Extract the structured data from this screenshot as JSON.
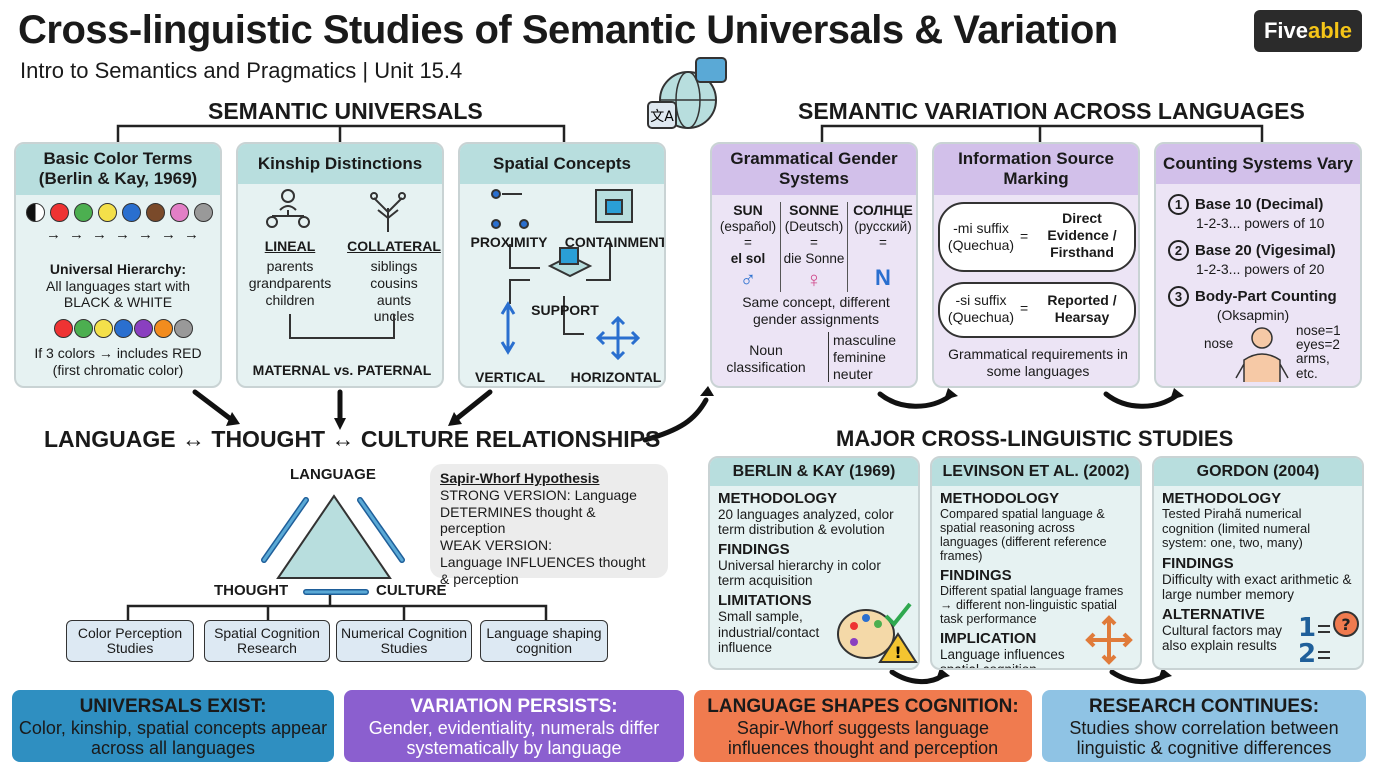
{
  "header": {
    "title": "Cross-linguistic Studies of Semantic Universals & Variation",
    "subtitle": "Intro to Semantics and Pragmatics | Unit 15.4",
    "logo_a": "Five",
    "logo_b": "able"
  },
  "universals": {
    "title": "SEMANTIC UNIVERSALS",
    "color": {
      "title": "Basic Color Terms (Berlin & Kay, 1969)",
      "hierarchy": "Universal Hierarchy:",
      "line1": "All languages start with",
      "line2": "BLACK & WHITE",
      "rule": "If 3 colors → includes RED",
      "rule2": "(first chromatic color)"
    },
    "kinship": {
      "title": "Kinship Distinctions",
      "lineal": "LINEAL",
      "lineal_items": [
        "parents",
        "grandparents",
        "children"
      ],
      "collateral": "COLLATERAL",
      "collateral_items": [
        "siblings",
        "cousins",
        "aunts",
        "uncles"
      ],
      "footer": "MATERNAL vs. PATERNAL"
    },
    "spatial": {
      "title": "Spatial Concepts",
      "proximity": "PROXIMITY",
      "containment": "CONTAINMENT",
      "support": "SUPPORT",
      "vertical": "VERTICAL",
      "horizontal": "HORIZONTAL"
    }
  },
  "variation": {
    "title": "SEMANTIC VARIATION ACROSS LANGUAGES",
    "gender": {
      "title": "Grammatical Gender Systems",
      "c1": {
        "w": "SUN",
        "l": "(español)",
        "eq": "=",
        "t": "el sol",
        "g": "♂"
      },
      "c2": {
        "w": "SONNE",
        "l": "(Deutsch)",
        "eq": "=",
        "t": "die Sonne",
        "g": "♀"
      },
      "c3": {
        "w": "СОЛНЦЕ",
        "l": "(русский)",
        "eq": "=",
        "g": "N"
      },
      "note": "Same concept, different gender assignments",
      "noun": "Noun classification",
      "classes": [
        "masculine",
        "feminine",
        "neuter"
      ]
    },
    "evidential": {
      "title": "Information Source Marking",
      "b1_left": "-mi suffix (Quechua)",
      "b1_right": "Direct Evidence / Firsthand",
      "b2_left": "-si suffix (Quechua)",
      "b2_right": "Reported / Hearsay",
      "arrow": "=",
      "note": "Grammatical requirements in some languages"
    },
    "counting": {
      "title": "Counting Systems Vary",
      "items": [
        {
          "n": "1",
          "t": "Base 10 (Decimal)",
          "s": "1-2-3... powers of 10"
        },
        {
          "n": "2",
          "t": "Base 20 (Vigesimal)",
          "s": "1-2-3... powers of 20"
        },
        {
          "n": "3",
          "t": "Body-Part Counting",
          "s": "(Oksapmin)"
        }
      ],
      "nose": "nose",
      "labels": [
        "nose=1",
        "eyes=2",
        "arms,",
        "etc."
      ]
    }
  },
  "relationships": {
    "title": "LANGUAGE ↔ THOUGHT ↔ CULTURE RELATIONSHIPS",
    "language": "LANGUAGE",
    "thought": "THOUGHT",
    "culture": "CULTURE",
    "sw": {
      "title": "Sapir-Whorf Hypothesis",
      "strong": "STRONG VERSION: Language DETERMINES thought & perception",
      "weak_h": "WEAK VERSION:",
      "weak": "Language INFLUENCES thought & perception"
    },
    "studies": [
      "Color Perception Studies",
      "Spatial Cognition Research",
      "Numerical Cognition Studies",
      "Language shaping cognition"
    ]
  },
  "major": {
    "title": "MAJOR CROSS-LINGUISTIC STUDIES",
    "s1": {
      "title": "BERLIN & KAY (1969)",
      "l1": "METHODOLOGY",
      "t1": "20 languages analyzed, color term distribution & evolution",
      "l2": "FINDINGS",
      "t2": "Universal hierarchy in color term acquisition",
      "l3": "LIMITATIONS",
      "t3": "Small sample, industrial/contact influence"
    },
    "s2": {
      "title": "LEVINSON ET AL. (2002)",
      "l1": "METHODOLOGY",
      "t1": "Compared spatial language & spatial reasoning across languages (different reference frames)",
      "l2": "FINDINGS",
      "t2": "Different spatial language frames → different non-linguistic spatial task performance",
      "l3": "IMPLICATION",
      "t3": "Language influences spatial cognition"
    },
    "s3": {
      "title": "GORDON (2004)",
      "l1": "METHODOLOGY",
      "t1": "Tested Pirahã numerical cognition (limited numeral system: one, two, many)",
      "l2": "FINDINGS",
      "t2": "Difficulty with exact arithmetic & large number memory",
      "l3": "ALTERNATIVE",
      "t3": "Cultural factors may also explain results"
    }
  },
  "banners": [
    {
      "h": "UNIVERSALS EXIST:",
      "s": "Color, kinship, spatial concepts appear across all languages"
    },
    {
      "h": "VARIATION PERSISTS:",
      "s": "Gender, evidentiality, numerals differ systematically by language"
    },
    {
      "h": "LANGUAGE SHAPES COGNITION:",
      "s": "Sapir-Whorf suggests language influences thought and perception"
    },
    {
      "h": "RESEARCH CONTINUES:",
      "s": "Studies show correlation between linguistic & cognitive differences"
    }
  ],
  "colors": {
    "teal": "#e6f2f2",
    "purple": "#ece4f5",
    "b1": "#2f8fc1",
    "b2": "#8b5fcf",
    "b3": "#f07b4f",
    "b4": "#8fc3e4"
  }
}
